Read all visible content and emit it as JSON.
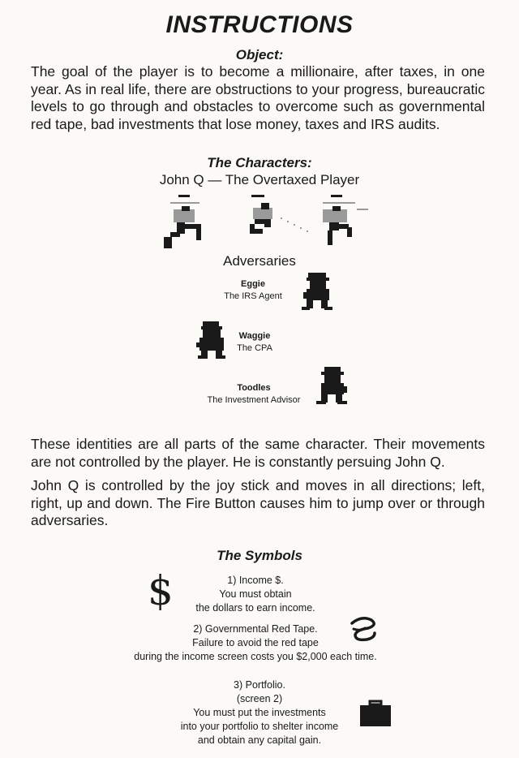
{
  "title": "INSTRUCTIONS",
  "object": {
    "heading": "Object:",
    "text": "The goal of the player is to become a millionaire, after taxes, in one year. As in real life, there are obstructions to your progress, bureaucratic levels to go through and obstacles to overcome such as governmental red tape, bad investments that lose money, taxes and IRS audits."
  },
  "characters": {
    "heading": "The Characters:",
    "player_caption": "John Q — The Overtaxed Player",
    "adversaries_heading": "Adversaries",
    "adversaries": [
      {
        "name": "Eggie",
        "role": "The IRS Agent"
      },
      {
        "name": "Waggie",
        "role": "The CPA"
      },
      {
        "name": "Toodles",
        "role": "The Investment Advisor"
      }
    ]
  },
  "paragraphs": [
    "These identities are all parts of the same character. Their movements are not controlled by the player. He is constantly persuing John Q.",
    "John Q is controlled by the joy stick and moves in all directions; left, right, up and down. The Fire Button causes him to jump over or through adversaries."
  ],
  "symbols": {
    "heading": "The Symbols",
    "items": [
      {
        "title": "1) Income $.",
        "lines": [
          "You must obtain",
          "the dollars to earn income."
        ],
        "icon": "dollar-sign-icon"
      },
      {
        "title": "2) Governmental Red Tape.",
        "lines": [
          "Failure to avoid the red tape",
          "during the income screen costs you $2,000 each time."
        ],
        "icon": "red-tape-icon"
      },
      {
        "title": "3) Portfolio.",
        "subtitle": "(screen 2)",
        "lines": [
          "You must put the investments",
          "into your portfolio to shelter income",
          "and obtain any capital gain."
        ],
        "icon": "briefcase-icon"
      }
    ]
  },
  "colors": {
    "ink": "#1a1a1a",
    "sprite_gray": "#9a9a9a",
    "paper": "#fbfaf6"
  }
}
